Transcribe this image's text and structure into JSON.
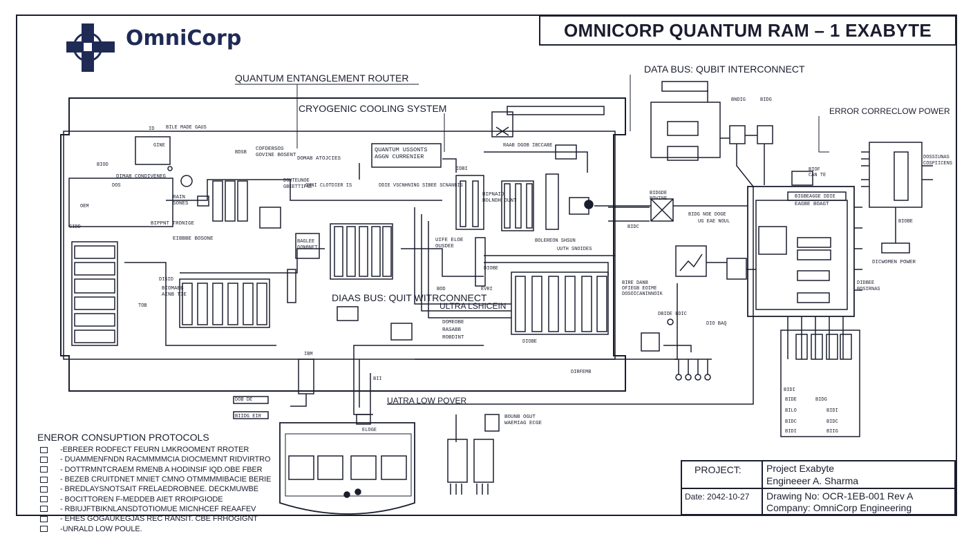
{
  "header": {
    "logo_text": "OmniCorp",
    "title": "OMNICORP QUANTUM RAM – 1 EXABYTE"
  },
  "labels": {
    "router": "QUANTUM ENTANGLEMENT ROUTER",
    "cooling": "CRYOGENIC COOLING SYSTEM",
    "data_bus": "DATA BUS: QUBIT INTERCONNECT",
    "error_corr": "ERROR CORRECLOW POWER",
    "inner_bus": "DIAAS BUS: QUIT WITRCONNECT",
    "ultra": "ULTRA LSHICEIN",
    "ultra_low": "UATRA LOW POVER"
  },
  "legend": {
    "title": "ENEROR CONSUPTION PROTOCOLS",
    "items": [
      "-EBREER RODFECT FEURN LMKROOMENT RROTER",
      "- DUAMMENFNDN RACMMMMCIA DIOCMEMNT RIDVIRTRO",
      "- DOTTRMNTCRAEM RMENB A HODINSIF IQD.OBE FBER",
      "- BEZEB CRUITDNET MNIET CMNO OTMMMMIBACIE BERIE",
      "- BREDLAYSNOTSAIT FRELAEDROBNEE. DECKMUWBE",
      "- BOCITTOREN F-MEDDEB AIET RROIPGIODE",
      "- RBIUJFTBIKNLANSDTOTIOMUE MICNHCEF REAAFEV",
      "- EHES GOGAUKEGJAS REC RANSIT. CBE FRHOGIGNT",
      "-UNRALD LOW POULE."
    ]
  },
  "title_block": {
    "project_label": "PROJECT:",
    "project_value": "Project Exabyte",
    "engineer": "Engineeer A. Sharma",
    "date": "Date: 2042-10-27",
    "drawing_no": "Drawing No: OCR-1EB-001 Rev A",
    "company": "Company: OmniCorp Engineering"
  },
  "small_labels": {
    "d1": "QUANTUM USSONTS\nAGGN CURRENIER",
    "d2": "DIMAB CONDIVENEG",
    "d3": "RAIN\nSONES",
    "d4": "COFDERSOS\nGOVINE BOSENT",
    "d5": "DOMAB ATOJCIES",
    "d6": "BIPNAID\nBOLNDH DUNT",
    "d7": "BIPPNT TRONIGE",
    "d8": "EIBBBE BOSONE",
    "d9": "BIOMAEB\nAINB TIE",
    "d10": "UIFE ELOE\nOUSDEE",
    "d11": "EAGBE BOAGT",
    "d12": "DICWOMEN POWER",
    "d13": "DOMEOBE\nRASABB\nROBDINT",
    "d14": "BOUNB OGUT\nWAEMIAG ECGE",
    "d15": "BIDGDE\nBOVINE",
    "d16": "BIRE DANB\nOFIEGB EOIME\nDOSOICANINNOIK",
    "d17": "DOSSIUNAS\nCOSPIICENS",
    "d18": "DIDBEE\nBOSIRNAS",
    "d19": "BIOF\nCAN TE",
    "d20": "DOMTEUNOE\nGBEETTIFNE",
    "d21": "BAGLEE\nGONBNET"
  }
}
